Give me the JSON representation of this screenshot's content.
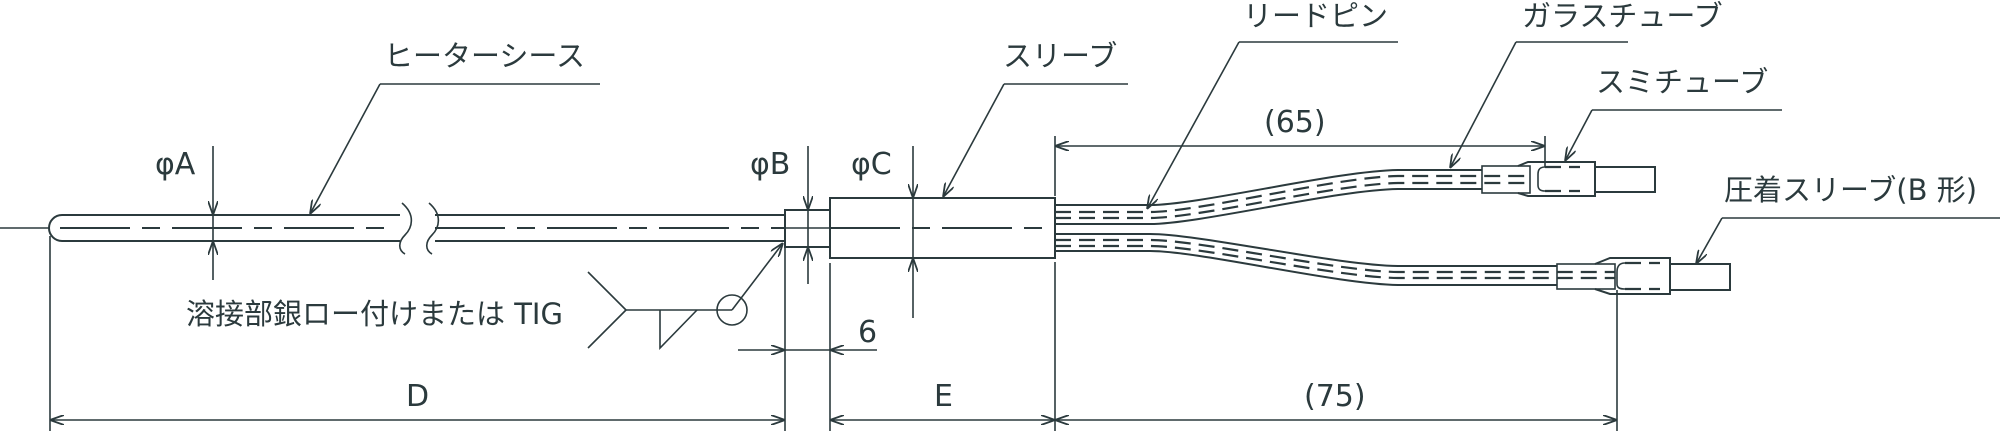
{
  "drawing": {
    "title": "Cartridge heater lead configuration drawing",
    "line_color": "#2b3a3d",
    "background": "#ffffff"
  },
  "labels": {
    "heater_sheath": "ヒーターシース",
    "sleeve": "スリーブ",
    "lead_pin": "リードピン",
    "glass_tube": "ガラスチューブ",
    "sumi_tube": "スミチューブ",
    "crimp_sleeve": "圧着スリーブ(B 形)",
    "weld_note": "溶接部銀ロー付けまたは TIG"
  },
  "dimensions": {
    "phi_a": "φA",
    "phi_b": "φB",
    "phi_c": "φC",
    "six": "6",
    "d": "D",
    "e": "E",
    "lead_upper": "(65)",
    "lead_lower": "(75)"
  }
}
